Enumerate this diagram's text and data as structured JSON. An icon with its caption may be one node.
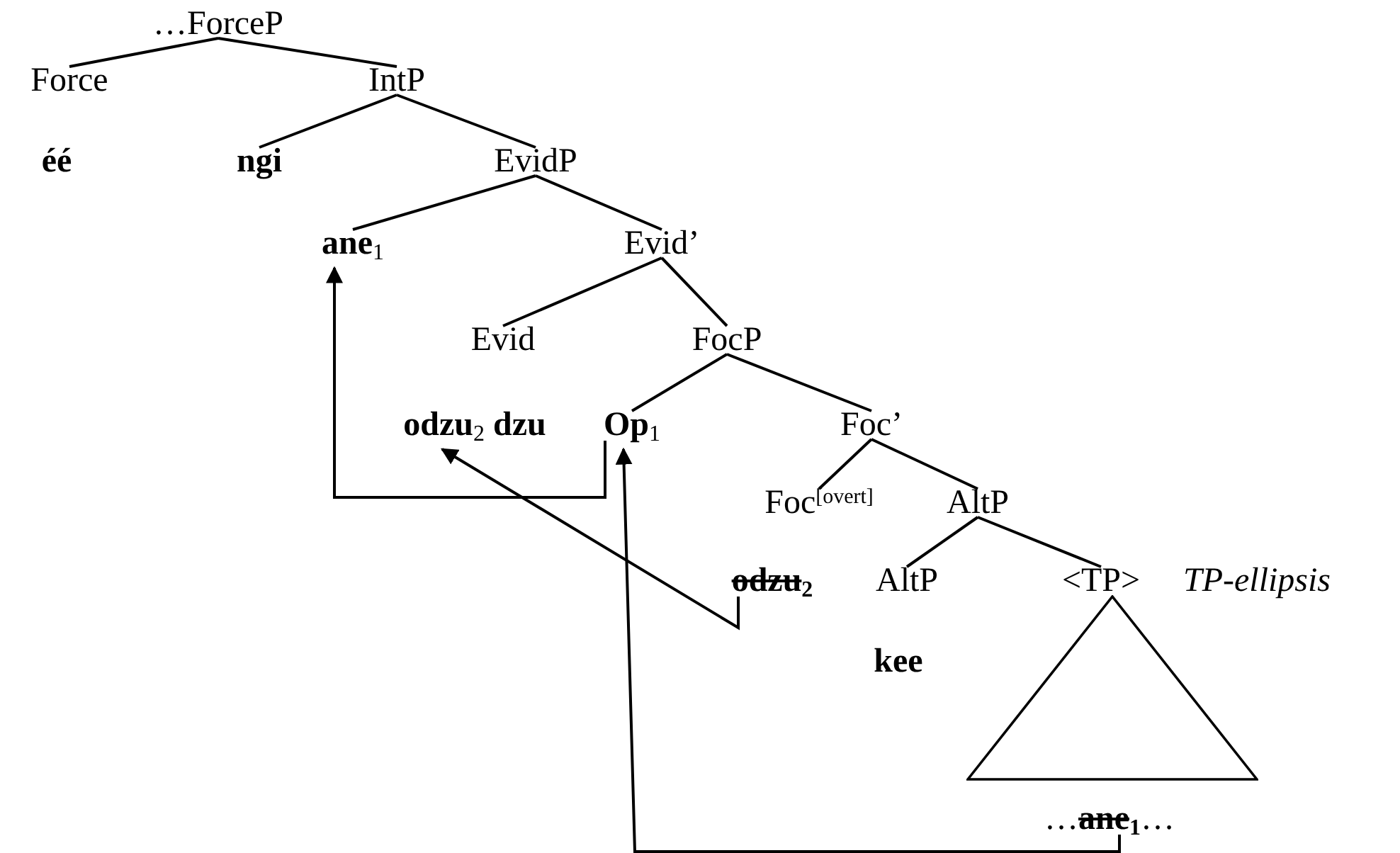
{
  "diagram": {
    "nodes": [
      {
        "text": [
          "…ForceP"
        ]
      },
      {
        "text": [
          "Force"
        ]
      },
      {
        "text": [
          "IntP"
        ]
      },
      {
        "text": [
          "éé"
        ]
      },
      {
        "text": [
          "ngi"
        ]
      },
      {
        "text": [
          "EvidP"
        ]
      },
      {
        "text": [
          "**ane**$_{1}$"
        ]
      },
      {
        "text": [
          "Evid’"
        ]
      },
      {
        "text": [
          "Evid"
        ]
      },
      {
        "text": [
          "FocP"
        ]
      },
      {
        "text": [
          "**odzu**$_{2}$ **dzu**"
        ]
      },
      {
        "text": [
          "**Op**$_{1}$"
        ]
      },
      {
        "text": [
          "Foc’"
        ]
      },
      {
        "text": [
          "Foc$^{[overt]}$"
        ]
      },
      {
        "text": [
          "AltP"
        ]
      },
      {
        "text": [
          "**odzu**$_{2}$"
        ]
      },
      {
        "text": [
          "AltP"
        ]
      },
      {
        "text": [
          "<TP>"
        ]
      },
      {
        "text": [
          "kee"
        ]
      },
      {
        "text": [
          "…**ane**$_{1}$…"
        ]
      },
      {
        "text": [],
        "shape": "triangle"
      }
    ],
    "edges": [
      {
        "from": 0,
        "to": 1,
        "arrow": "none"
      },
      {
        "from": 0,
        "to": 2,
        "arrow": "none"
      },
      {
        "from": 2,
        "to": 4,
        "arrow": "none"
      },
      {
        "from": 2,
        "to": 5,
        "arrow": "none"
      },
      {
        "from": 5,
        "to": 6,
        "arrow": "none"
      },
      {
        "from": 5,
        "to": 7,
        "arrow": "none"
      },
      {
        "from": 7,
        "to": 8,
        "arrow": "none"
      },
      {
        "from": 7,
        "to": 9,
        "arrow": "none"
      },
      {
        "from": 9,
        "to": 11,
        "arrow": "none"
      },
      {
        "from": 9,
        "to": 12,
        "arrow": "none"
      },
      {
        "from": 12,
        "to": 13,
        "arrow": "none"
      },
      {
        "from": 12,
        "to": 14,
        "arrow": "none"
      },
      {
        "from": 14,
        "to": 16,
        "arrow": "none"
      },
      {
        "from": 14,
        "to": 17,
        "arrow": "none"
      },
      {
        "from": 15,
        "to": 10,
        "arrow": "to"
      },
      {
        "from": 19,
        "to": 11,
        "arrow": "to"
      },
      {
        "from": 11,
        "to": 6,
        "arrow": "to"
      }
    ],
    "labels": [
      "TP-ellipsis"
    ]
  }
}
